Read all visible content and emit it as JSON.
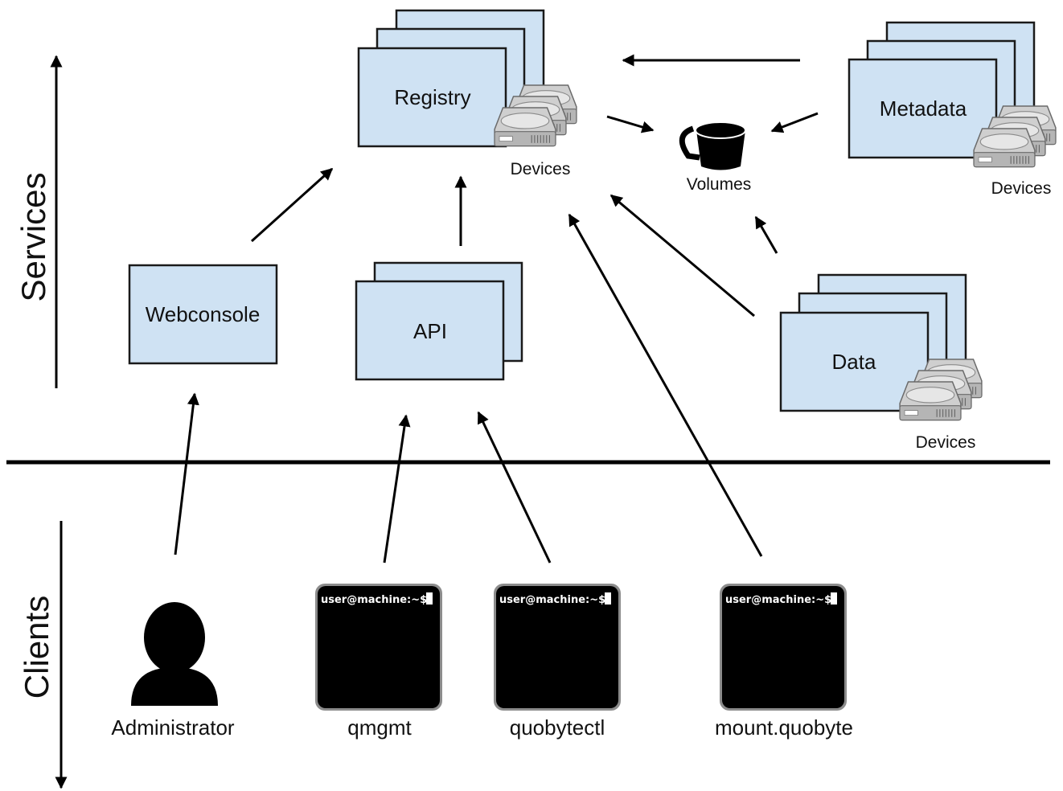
{
  "axis": {
    "services": "Services",
    "clients": "Clients"
  },
  "services": {
    "registry": "Registry",
    "metadata": "Metadata",
    "data": "Data",
    "webconsole": "Webconsole",
    "api": "API",
    "volumes": "Volumes",
    "devices_registry": "Devices",
    "devices_metadata": "Devices",
    "devices_data": "Devices"
  },
  "clients": {
    "administrator": "Administrator",
    "qmgmt": "qmgmt",
    "quobytectl": "quobytectl",
    "mount_quobyte": "mount.quobyte"
  },
  "terminal": {
    "prompt": "user@machine:~$"
  },
  "icons": {
    "devices": "hard-drive-stack-icon",
    "volumes": "bucket-icon",
    "administrator": "user-silhouette-icon",
    "terminal": "terminal-icon"
  },
  "colors": {
    "box_fill": "#cfe2f3",
    "stroke": "#1a1a1a",
    "terminal": "#000000"
  }
}
